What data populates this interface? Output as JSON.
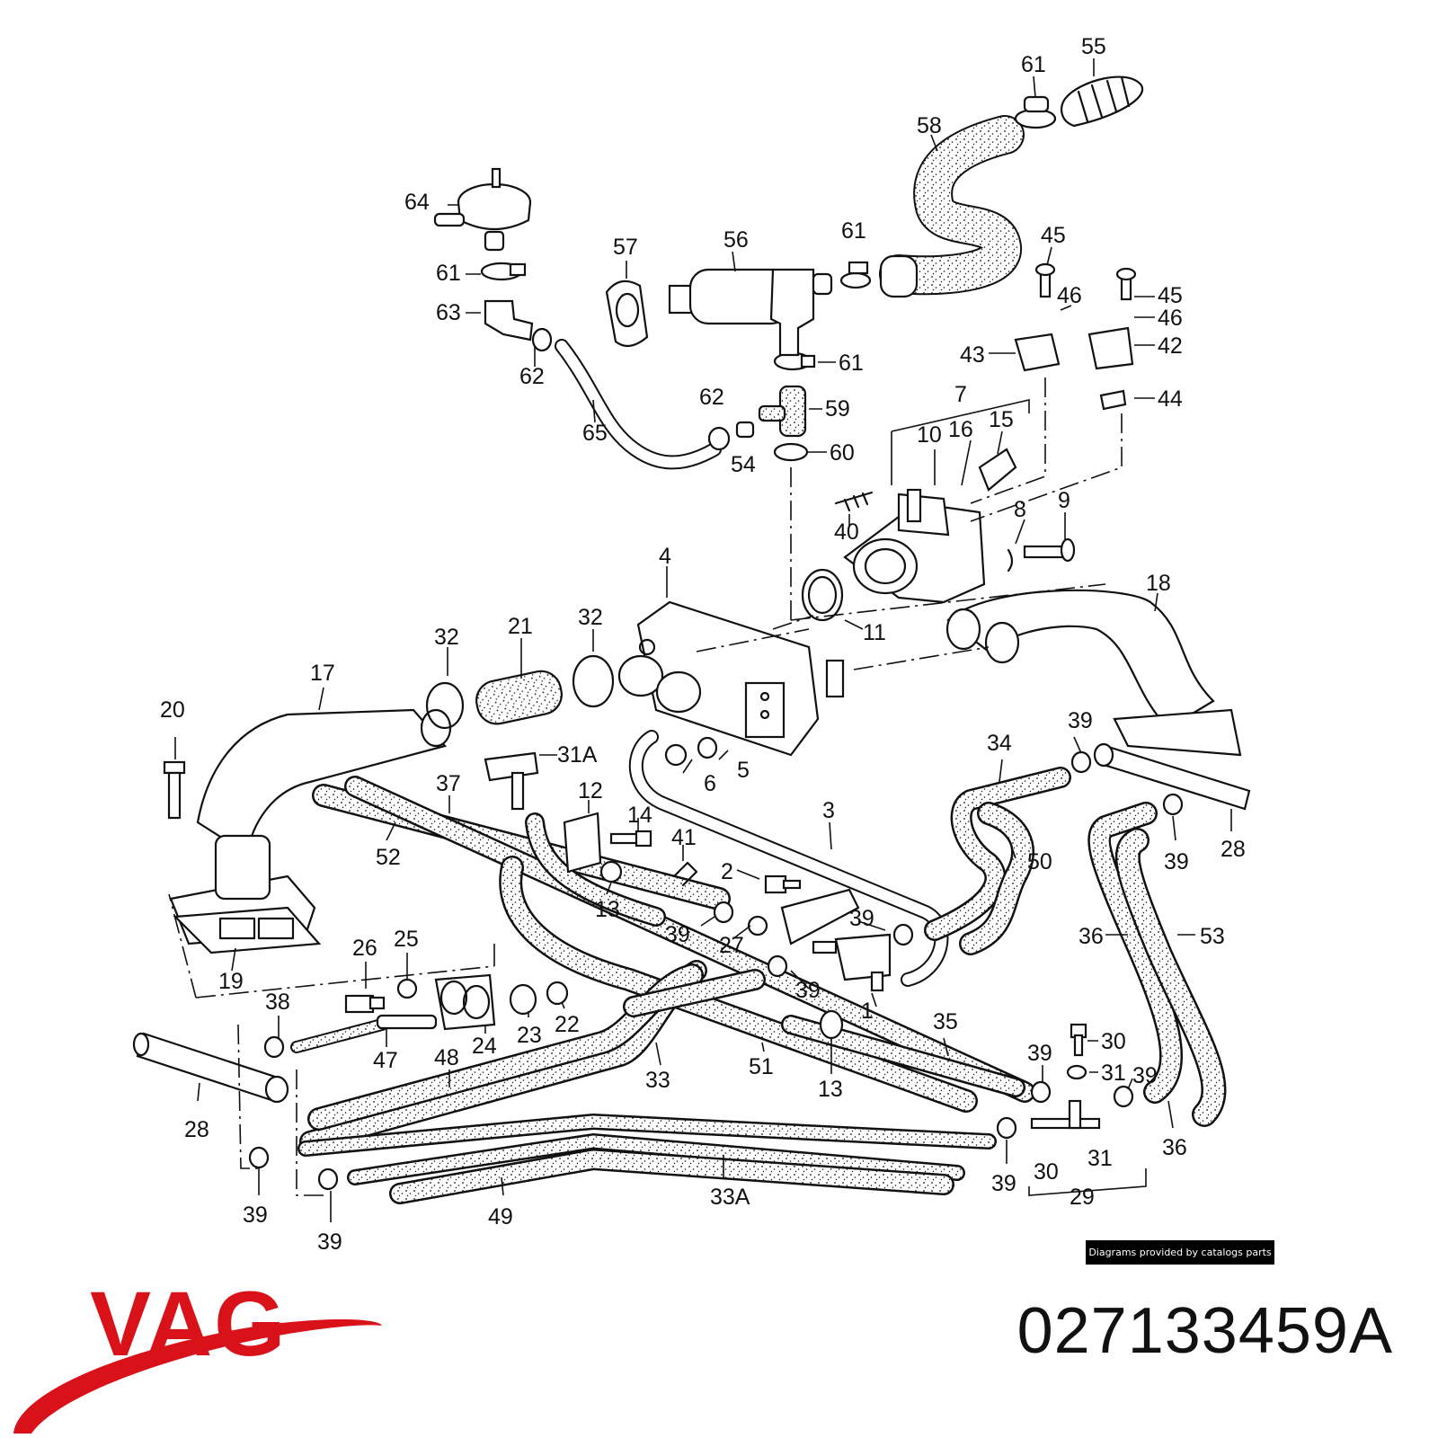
{
  "diagram": {
    "callouts": [
      "64",
      "61",
      "63",
      "62",
      "65",
      "57",
      "56",
      "61",
      "58",
      "61",
      "55",
      "45",
      "46",
      "43",
      "45",
      "46",
      "42",
      "44",
      "61",
      "62",
      "59",
      "54",
      "60",
      "7",
      "10",
      "16",
      "15",
      "40",
      "8",
      "9",
      "4",
      "11",
      "18",
      "32",
      "21",
      "32",
      "17",
      "20",
      "31A",
      "37",
      "52",
      "12",
      "14",
      "41",
      "2",
      "13",
      "39",
      "27",
      "39",
      "34",
      "39",
      "28",
      "39",
      "50",
      "3",
      "6",
      "5",
      "26",
      "25",
      "19",
      "38",
      "24",
      "23",
      "22",
      "47",
      "48",
      "33",
      "51",
      "13",
      "35",
      "1",
      "39",
      "30",
      "31",
      "39",
      "36",
      "53",
      "36",
      "28",
      "39",
      "39",
      "49",
      "33A",
      "39",
      "30",
      "31",
      "29"
    ],
    "credit": "Diagrams provided by catalogs parts",
    "pattern_color": "#111111"
  },
  "brand": {
    "name": "VAG",
    "color": "#d9121a"
  },
  "part_number": "027133459A"
}
